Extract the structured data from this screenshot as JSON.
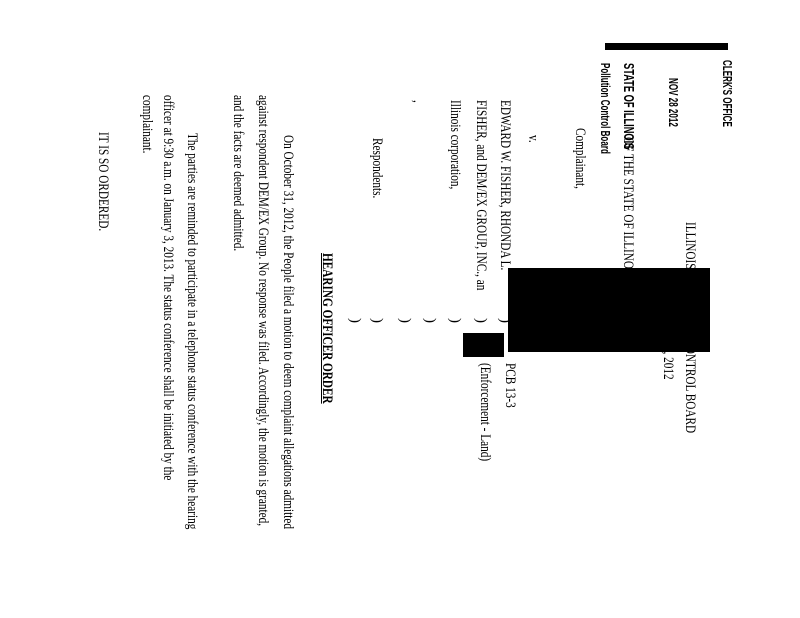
{
  "stamp": {
    "clerk": "CLERK'S OFFICE",
    "date": "NOV 28 2012",
    "state": "STATE OF ILLINOIS",
    "board": "Pollution Control Board"
  },
  "header": {
    "title": "ILLINOIS POLLUTION CONTROL BOARD",
    "date": "November 28, 2012"
  },
  "caption": {
    "complainant_line": "OF THE STATE OF ILLINOIS,",
    "complainant_label": "Complainant,",
    "versus": "v.",
    "respondent_lines": [
      "EDWARD W. FISHER, RHONDA L.",
      "FISHER, and DEM/EX GROUP, INC., an",
      "Illinois corporation,"
    ],
    "mark": ",",
    "respondents_label": "Respondents.",
    "paren": ")",
    "case_number": "PCB 13-3",
    "case_type": "(Enforcement - Land)"
  },
  "order": {
    "title": "HEARING OFFICER ORDER",
    "paragraph1": [
      "On October 31, 2012, the People filed a motion to deem complaint allegations admitted",
      "against respondent DEM/EX Group.  No response was filed.  Accordingly, the motion is granted,",
      "and the facts are deemed admitted."
    ],
    "paragraph2": [
      "The parties are reminded to participate in a telephone status conference with the hearing",
      "officer at 9:30 a.m. on January 3, 2013.  The status conference shall be initiated by the",
      "complainant."
    ],
    "closing": "IT IS SO ORDERED."
  }
}
